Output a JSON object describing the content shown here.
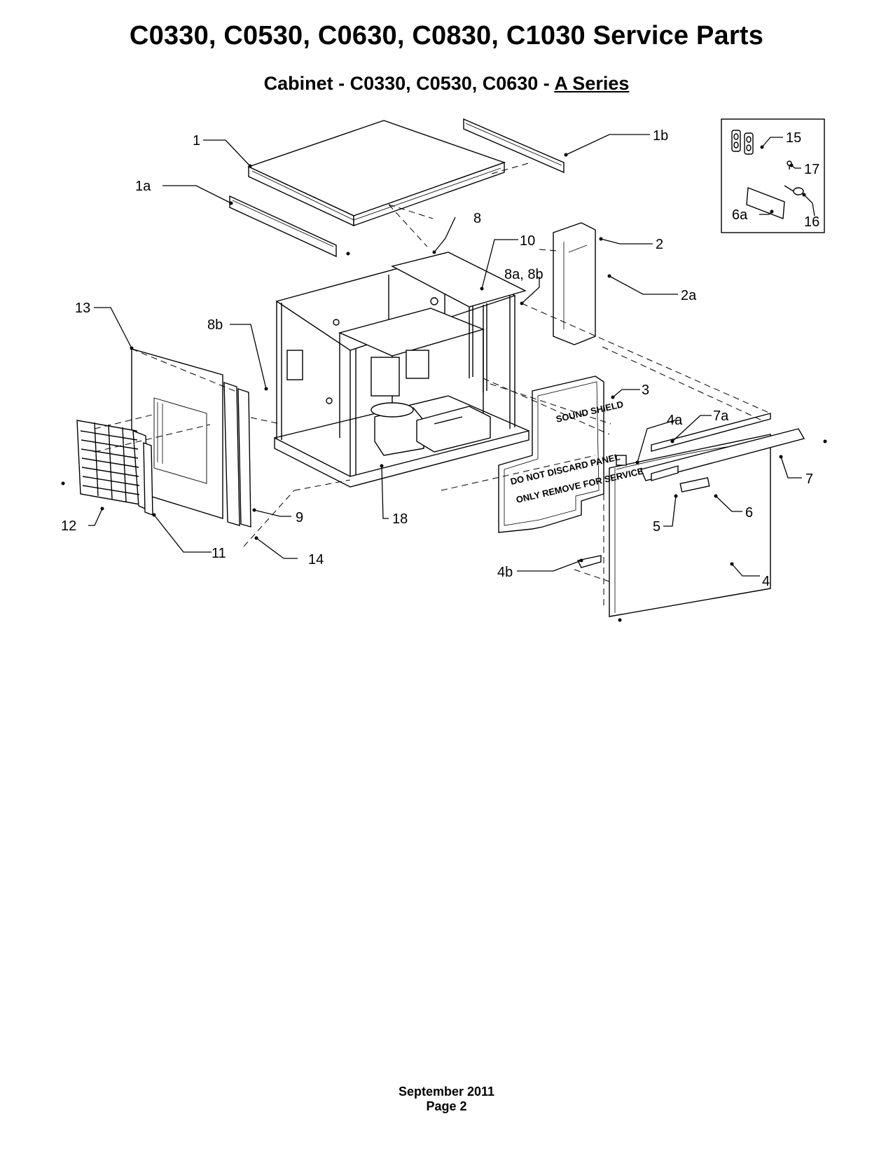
{
  "title": "C0330, C0530, C0630, C0830, C1030 Service Parts",
  "subtitle": {
    "prefix": "Cabinet - C0330, C0530, C0630 - ",
    "underlined": "A Series"
  },
  "callouts": {
    "c1": "1",
    "c1a": "1a",
    "c1b": "1b",
    "c2": "2",
    "c2a": "2a",
    "c3": "3",
    "c4": "4",
    "c4a": "4a",
    "c4b": "4b",
    "c5": "5",
    "c6": "6",
    "c6a": "6a",
    "c7": "7",
    "c7a": "7a",
    "c8": "8",
    "c8ab": "8a, 8b",
    "c8b": "8b",
    "c9": "9",
    "c10": "10",
    "c11": "11",
    "c12": "12",
    "c13": "13",
    "c14": "14",
    "c15": "15",
    "c16": "16",
    "c17": "17",
    "c18": "18"
  },
  "panel_text": {
    "sound_shield": "SOUND SHIELD",
    "do_not_discard": "DO NOT DISCARD PANEL",
    "only_remove": "ONLY REMOVE FOR SERVICE"
  },
  "footer": {
    "date": "September 2011",
    "page": "Page 2"
  }
}
